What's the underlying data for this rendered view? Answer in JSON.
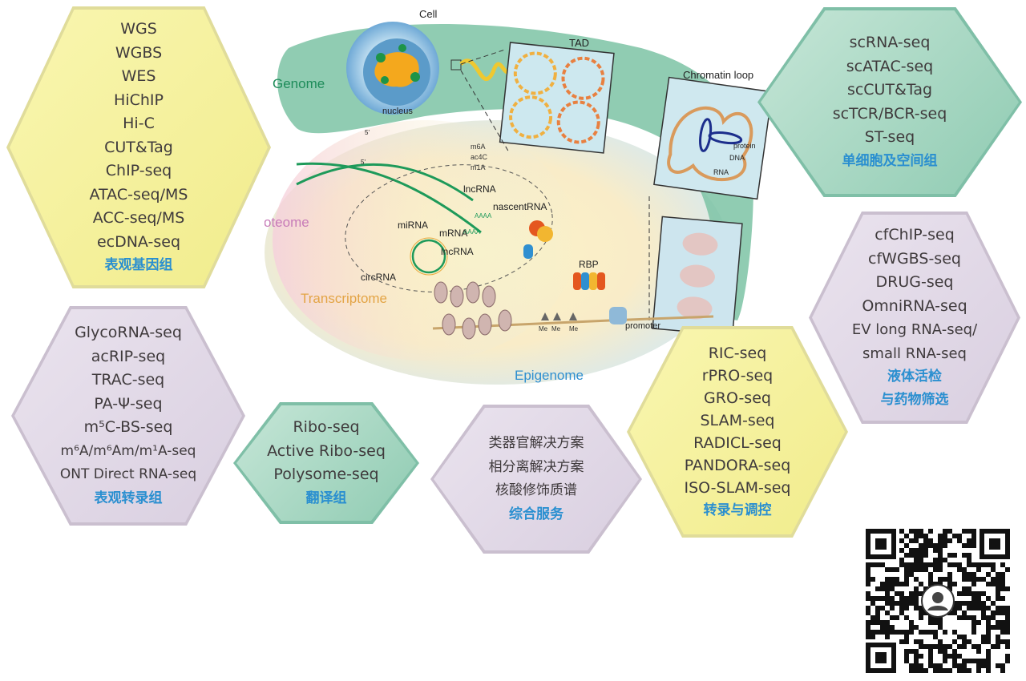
{
  "diagram": {
    "labels": {
      "cell": "Cell",
      "nucleus": "nucleus",
      "tad": "TAD",
      "chromatin_loop": "Chromatin loop",
      "genome": "Genome",
      "proteome": "Proteome",
      "transcriptome": "Transcriptome",
      "epigenome": "Epigenome",
      "m6a": "m6A",
      "ac4c": "ac4C",
      "m1a": "m1A",
      "lncrna_top": "lncRNA",
      "nascentrna": "nascentRNA",
      "mirna": "miRNA",
      "mrna": "mRNA",
      "lncrna_bottom": "lncRNA",
      "circrna": "circRNA",
      "rbp": "RBP",
      "protein": "protein",
      "dna": "DNA",
      "rna": "RNA",
      "promoter": "promoter",
      "me1": "Me",
      "me2": "Me",
      "me3": "Me",
      "five_prime_1": "5'",
      "five_prime_2": "5'",
      "polya_1": "AAAA",
      "polya_2": "AAAA"
    }
  },
  "panels": {
    "epigenome": {
      "items": [
        "WGS",
        "WGBS",
        "WES",
        "HiChIP",
        "Hi-C",
        "CUT&Tag",
        "ChIP-seq",
        "ATAC-seq/MS",
        "ACC-seq/MS",
        "ecDNA-seq"
      ],
      "category": "表观基因组"
    },
    "epitranscriptome": {
      "items": [
        "GlycoRNA-seq",
        "acRIP-seq",
        "TRAC-seq",
        "PA-Ψ-seq",
        "m⁵C-BS-seq",
        "m⁶A/m⁶Am/m¹A-seq",
        "ONT Direct RNA-seq"
      ],
      "category": "表观转录组"
    },
    "translatome": {
      "items": [
        "Ribo-seq",
        "Active Ribo-seq",
        "Polysome-seq"
      ],
      "category": "翻译组"
    },
    "integrated": {
      "items": [
        "类器官解决方案",
        "相分离解决方案",
        "核酸修饰质谱"
      ],
      "category": "综合服务"
    },
    "transcription": {
      "items": [
        "RIC-seq",
        "rPRO-seq",
        "GRO-seq",
        "SLAM-seq",
        "RADICL-seq",
        "PANDORA-seq",
        "ISO-SLAM-seq"
      ],
      "category": "转录与调控"
    },
    "single_cell": {
      "items": [
        "scRNA-seq",
        "scATAC-seq",
        "scCUT&Tag",
        "scTCR/BCR-seq",
        "ST-seq"
      ],
      "category": "单细胞及空间组"
    },
    "liquid_biopsy": {
      "items": [
        "cfChIP-seq",
        "cfWGBS-seq",
        "DRUG-seq",
        "OmniRNA-seq",
        "EV long RNA-seq/",
        "small RNA-seq"
      ],
      "category_lines": [
        "液体活检",
        "与药物筛选"
      ]
    }
  },
  "colors": {
    "category_text": "#2a8fd0",
    "yellow": "#f5f09c",
    "purple": "#e2d9e8",
    "green": "#a8d8c2"
  }
}
